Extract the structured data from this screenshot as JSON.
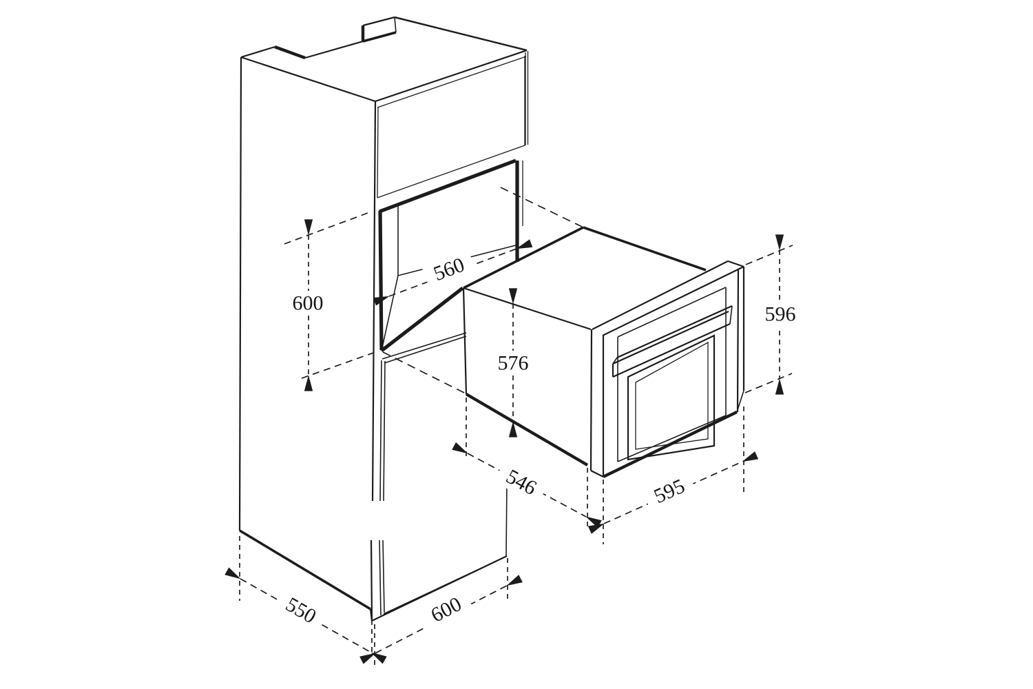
{
  "diagram": {
    "kind": "technical-installation-drawing",
    "unit_note": "",
    "dimensions": {
      "niche_width": "560",
      "niche_height": "600",
      "oven_body_height": "576",
      "oven_front_height": "596",
      "oven_body_depth": "546",
      "oven_front_width": "595",
      "cabinet_depth": "550",
      "cabinet_width": "600"
    }
  }
}
